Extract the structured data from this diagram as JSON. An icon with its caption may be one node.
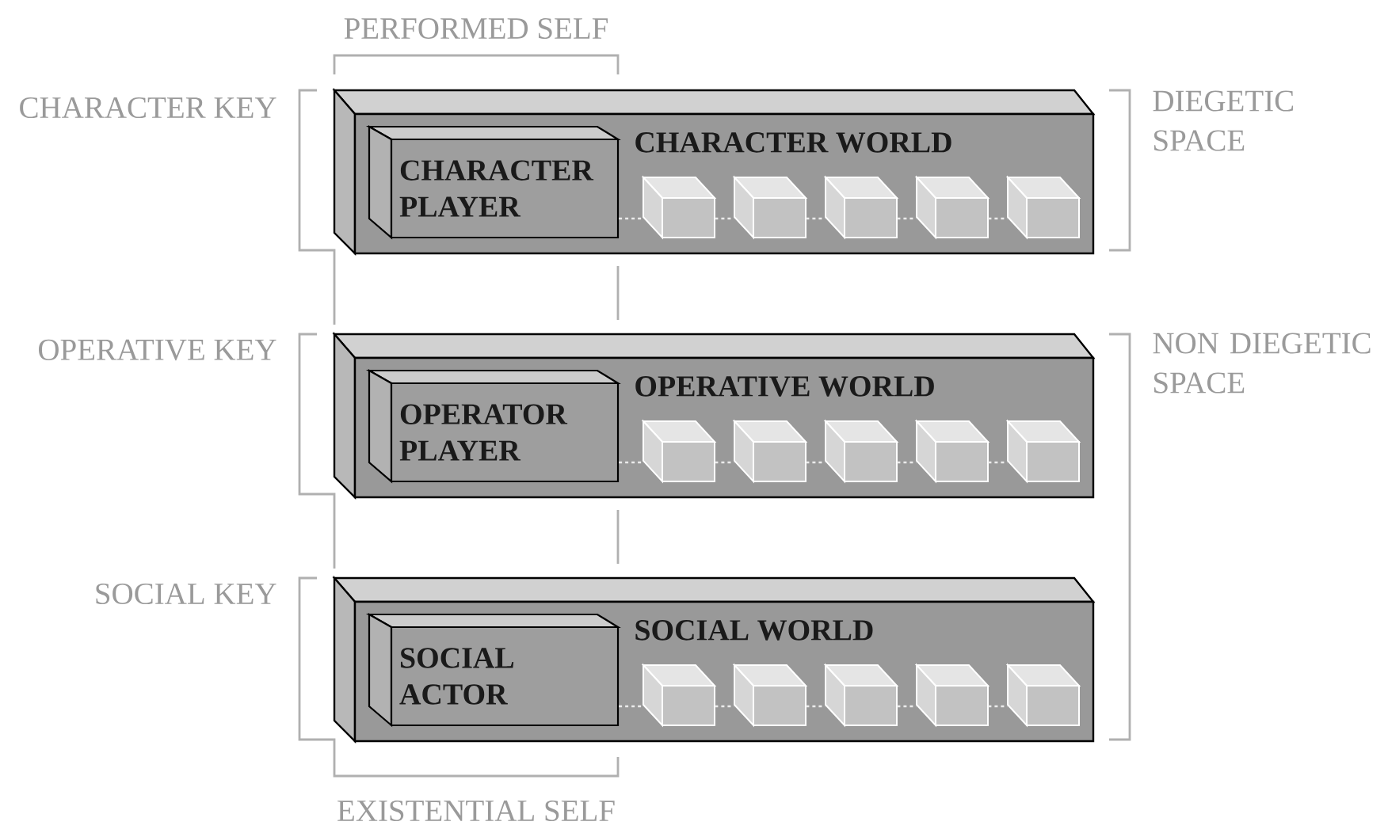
{
  "diagram": {
    "nodes": [
      {
        "text": [
          "CHARACTER WORLD"
        ]
      },
      {
        "text": [
          "CHARACTER PLAYER"
        ],
        "in": 0
      },
      {
        "text": [],
        "shape": "box",
        "in": 0
      },
      {
        "text": [],
        "shape": "box",
        "in": 0
      },
      {
        "text": [],
        "shape": "box",
        "in": 0
      },
      {
        "text": [],
        "shape": "box",
        "in": 0
      },
      {
        "text": [],
        "shape": "box",
        "in": 0
      },
      {
        "text": [
          "OPERATIVE WORLD"
        ]
      },
      {
        "text": [
          "OPERATOR PLAYER"
        ],
        "in": 7
      },
      {
        "text": [],
        "shape": "box",
        "in": 7
      },
      {
        "text": [],
        "shape": "box",
        "in": 7
      },
      {
        "text": [],
        "shape": "box",
        "in": 7
      },
      {
        "text": [],
        "shape": "box",
        "in": 7
      },
      {
        "text": [],
        "shape": "box",
        "in": 7
      },
      {
        "text": [
          "SOCIAL WORLD"
        ]
      },
      {
        "text": [
          "SOCIAL ACTOR"
        ],
        "in": 14
      },
      {
        "text": [],
        "shape": "box",
        "in": 14
      },
      {
        "text": [],
        "shape": "box",
        "in": 14
      },
      {
        "text": [],
        "shape": "box",
        "in": 14
      },
      {
        "text": [],
        "shape": "box",
        "in": 14
      },
      {
        "text": [],
        "shape": "box",
        "in": 14
      }
    ],
    "edges": [
      {
        "from": 1,
        "to": 2,
        "arrow": "none",
        "style": "dashed"
      },
      {
        "from": 2,
        "to": 3,
        "arrow": "none",
        "style": "dashed"
      },
      {
        "from": 3,
        "to": 4,
        "arrow": "none",
        "style": "dashed"
      },
      {
        "from": 4,
        "to": 5,
        "arrow": "none",
        "style": "dashed"
      },
      {
        "from": 5,
        "to": 6,
        "arrow": "none",
        "style": "dashed"
      },
      {
        "from": 8,
        "to": 9,
        "arrow": "none",
        "style": "dashed"
      },
      {
        "from": 9,
        "to": 10,
        "arrow": "none",
        "style": "dashed"
      },
      {
        "from": 10,
        "to": 11,
        "arrow": "none",
        "style": "dashed"
      },
      {
        "from": 11,
        "to": 12,
        "arrow": "none",
        "style": "dashed"
      },
      {
        "from": 12,
        "to": 13,
        "arrow": "none",
        "style": "dashed"
      },
      {
        "from": 15,
        "to": 16,
        "arrow": "none",
        "style": "dashed"
      },
      {
        "from": 16,
        "to": 17,
        "arrow": "none",
        "style": "dashed"
      },
      {
        "from": 17,
        "to": 18,
        "arrow": "none",
        "style": "dashed"
      },
      {
        "from": 18,
        "to": 19,
        "arrow": "none",
        "style": "dashed"
      },
      {
        "from": 19,
        "to": 20,
        "arrow": "none",
        "style": "dashed"
      }
    ],
    "labels": [
      "PERFORMED SELF",
      "CHARACTER KEY",
      "DIEGETIC SPACE",
      "OPERATIVE KEY",
      "NON DIEGETIC SPACE",
      "SOCIAL KEY",
      "EXISTENTIAL SELF"
    ]
  }
}
